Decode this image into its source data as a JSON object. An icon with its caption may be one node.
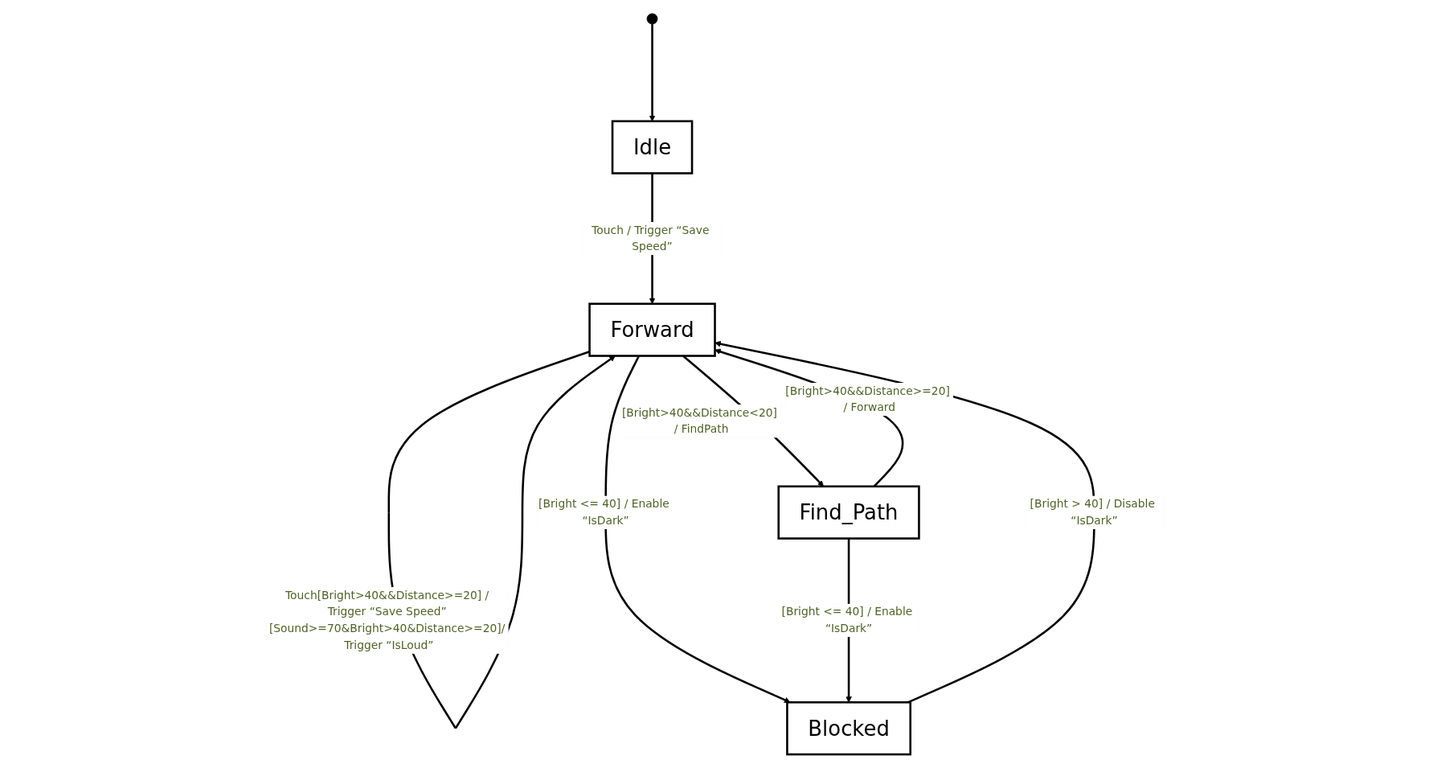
{
  "diagram": {
    "nodes": [
      {
        "text": [],
        "shape": "circle"
      },
      {
        "text": [
          "Idle"
        ]
      },
      {
        "text": [
          "Forward"
        ]
      },
      {
        "text": [
          "Blocked"
        ]
      },
      {
        "text": [
          "Find_Path"
        ]
      }
    ],
    "edges": [
      {
        "from": 0,
        "to": 1,
        "arrow": "to"
      },
      {
        "from": 1,
        "to": 2,
        "arrow": "to",
        "label": "Touch / Trigger “Save Speed”"
      },
      {
        "from": 2,
        "to": 2,
        "arrow": "to",
        "label": "Touch[Bright>40&&Distance>=20] / Trigger “Save Speed” [Sound>=70&Bright>40&Distance>=20]/ Trigger “IsLoud”"
      },
      {
        "from": 2,
        "to": 3,
        "arrow": "to",
        "label": "[Bright <= 40] / Enable “IsDark”"
      },
      {
        "from": 3,
        "to": 2,
        "arrow": "to",
        "label": "[Bright > 40] / Disable “IsDark”"
      },
      {
        "from": 2,
        "to": 4,
        "arrow": "to",
        "label": "[Bright>40&&Distance<20] / FindPath"
      },
      {
        "from": 4,
        "to": 2,
        "arrow": "to",
        "label": "[Bright>40&&Distance>=20] / Forward"
      },
      {
        "from": 4,
        "to": 3,
        "arrow": "to",
        "label": "[Bright <= 40] / Enable “IsDark”"
      }
    ]
  }
}
